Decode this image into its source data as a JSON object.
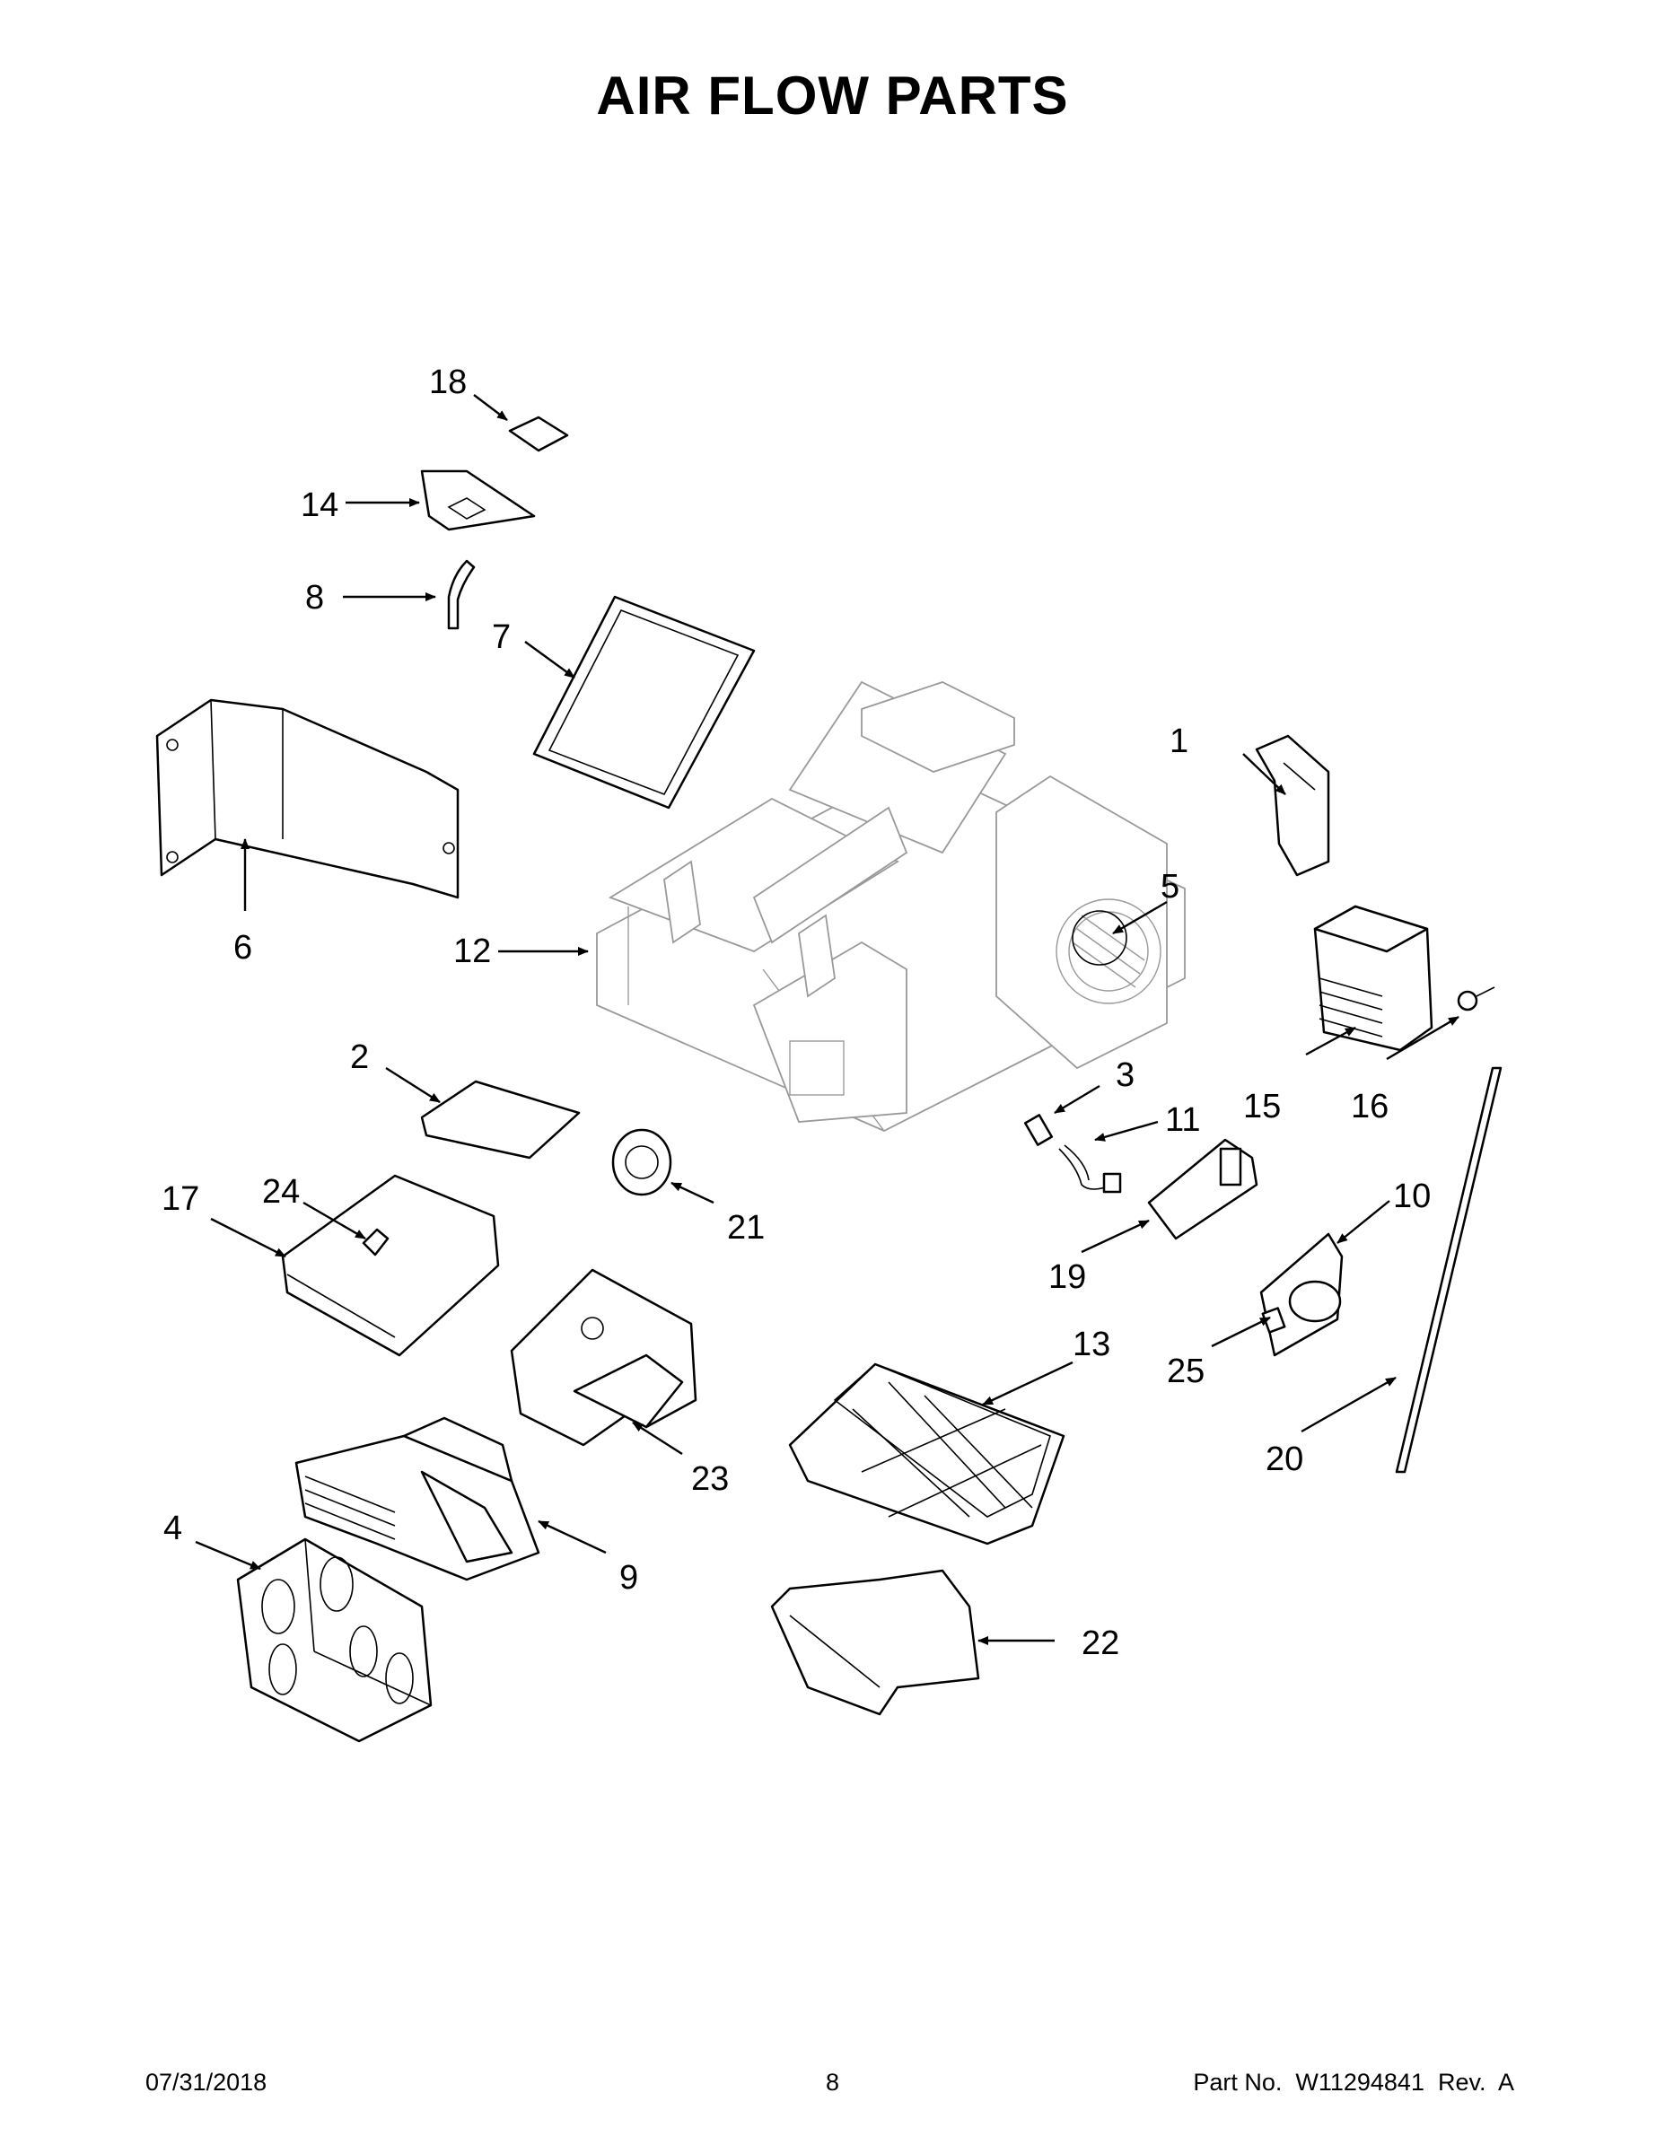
{
  "page": {
    "title": "AIR FLOW PARTS",
    "footer": {
      "date": "07/31/2018",
      "page_number": "8",
      "part_number": "Part No.  W11294841  Rev.  A"
    }
  },
  "callouts": [
    "1",
    "2",
    "3",
    "4",
    "5",
    "6",
    "7",
    "8",
    "9",
    "10",
    "11",
    "12",
    "13",
    "14",
    "15",
    "16",
    "17",
    "18",
    "19",
    "20",
    "21",
    "22",
    "23",
    "24",
    "25"
  ]
}
